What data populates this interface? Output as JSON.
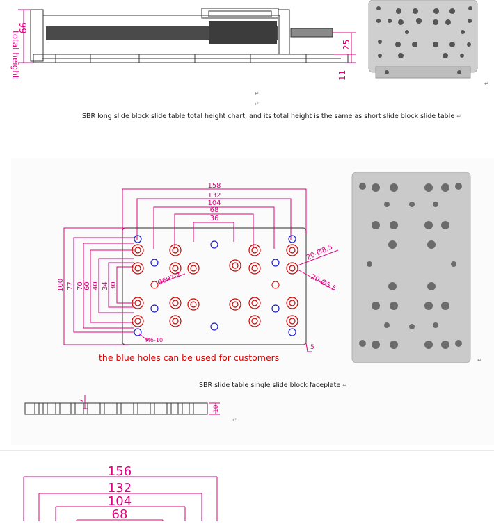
{
  "top_drawing": {
    "height_label": "99",
    "total_height_label": "total height",
    "dim_25": "25",
    "dim_11": "11"
  },
  "caption1": "SBR long slide block slide table total height chart, and its total height is the same as short slide block slide table",
  "faceplate_drawing": {
    "widths": [
      "158",
      "132",
      "104",
      "68",
      "36"
    ],
    "heights": [
      "100",
      "77",
      "70",
      "60",
      "40",
      "34",
      "30"
    ],
    "hole_small": "20-Ø8.5",
    "hole_large": "20-Ø5.5",
    "thread": "Ø6H7-2",
    "tap": "M6-10",
    "corner": "5",
    "note": "the blue holes can be used for customers"
  },
  "caption2": "SBR slide table single slide block faceplate",
  "side_view": {
    "thickness": "7",
    "height": "10"
  },
  "bottom_drawing": {
    "widths": [
      "156",
      "132",
      "104",
      "68"
    ]
  },
  "colors": {
    "dimension": "#e0007e",
    "note": "#e00000",
    "hole_blue": "#2222cc",
    "hole_red": "#d00000"
  },
  "return_mark": "↵"
}
